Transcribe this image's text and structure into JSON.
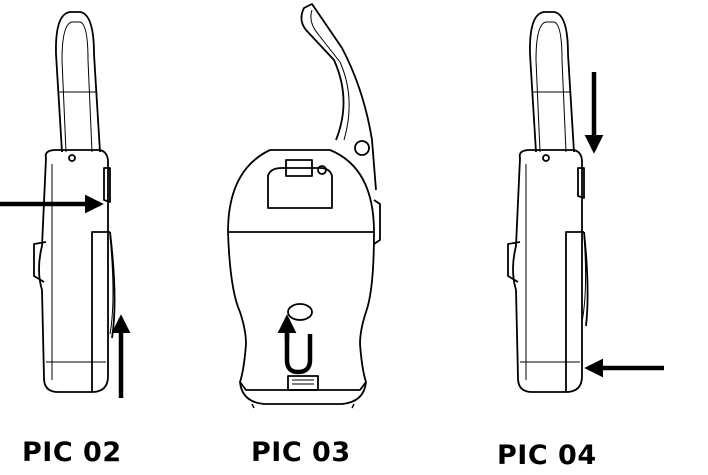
{
  "panels": [
    {
      "id": "pic02",
      "caption": "PIC 02"
    },
    {
      "id": "pic03",
      "caption": "PIC 03"
    },
    {
      "id": "pic04",
      "caption": "PIC 04"
    }
  ],
  "colors": {
    "line": "#000000",
    "background": "#ffffff"
  },
  "icons": {
    "pic02": [
      "arrow-right-icon",
      "arrow-up-icon"
    ],
    "pic03": [
      "u-turn-arrow-icon"
    ],
    "pic04": [
      "arrow-down-icon",
      "arrow-left-icon"
    ]
  }
}
